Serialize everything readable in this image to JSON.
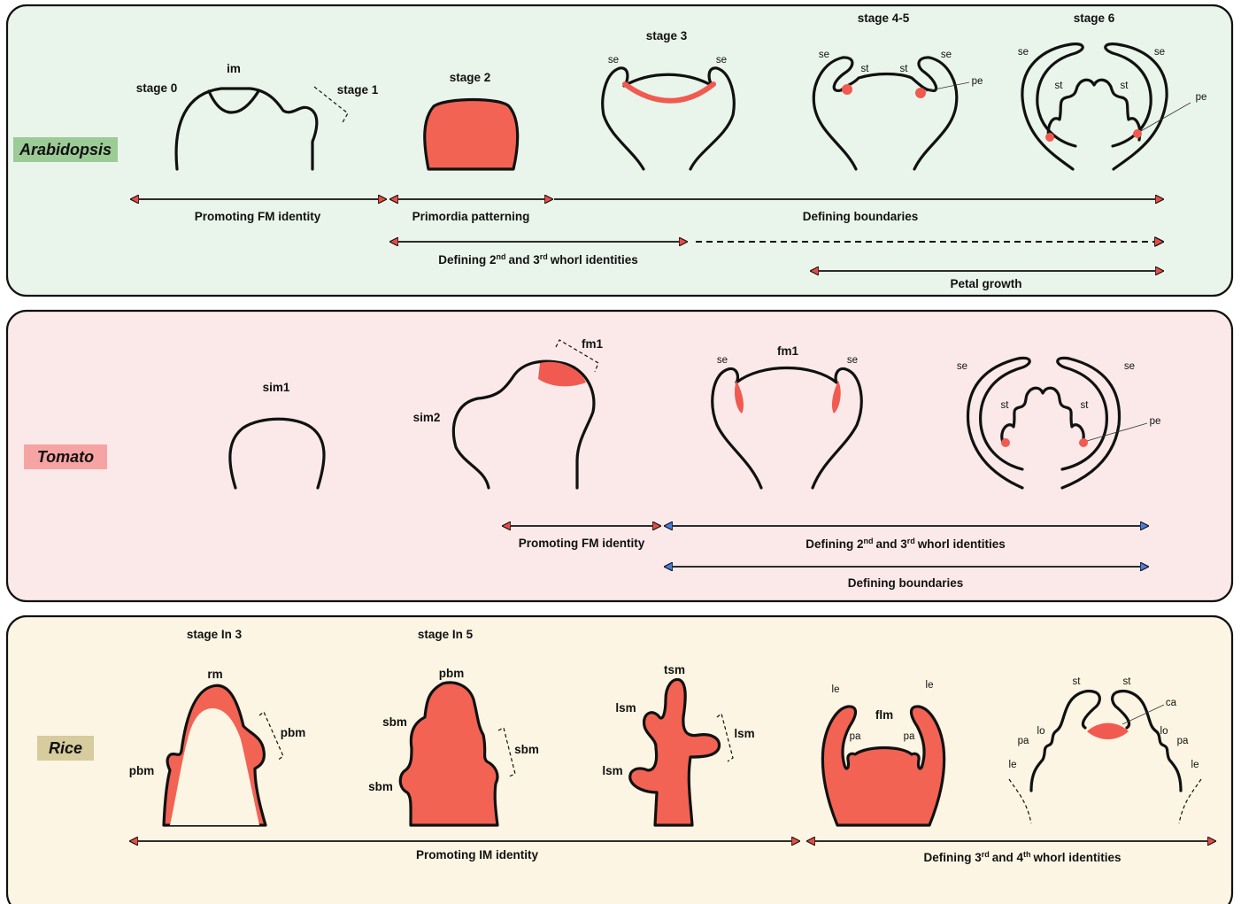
{
  "panels": [
    {
      "name": "Arabidopsis",
      "bg": "#e9f4ea",
      "badge_bg": "#9ccb96",
      "stage_labels": [
        "stage 0",
        "im",
        "stage 1",
        "stage 2",
        "stage 3",
        "stage 4-5",
        "stage 6"
      ],
      "organ_labels": [
        "se",
        "se",
        "se",
        "se",
        "st",
        "st",
        "pe",
        "se",
        "se",
        "st",
        "st",
        "pe"
      ],
      "processes": [
        "Promoting FM identity",
        "Primordia patterning",
        "Defining boundaries",
        "Defining 2",
        "nd",
        "and 3",
        "rd",
        "whorl identities",
        "Petal growth"
      ]
    },
    {
      "name": "Tomato",
      "bg": "#fbe9e9",
      "badge_bg": "#f6a4a3",
      "stage_labels": [
        "sim1",
        "sim2",
        "fm1",
        "fm1"
      ],
      "organ_labels": [
        "se",
        "se",
        "se",
        "se",
        "st",
        "st",
        "pe"
      ],
      "processes": [
        "Promoting FM identity",
        "Defining 2",
        "nd",
        "and 3",
        "rd",
        "whorl identities",
        "Defining boundaries"
      ]
    },
    {
      "name": "Rice",
      "bg": "#fcf5e3",
      "badge_bg": "#d6cc9d",
      "stage_labels": [
        "stage In 3",
        "stage In 5",
        "rm",
        "pbm",
        "pbm",
        "pbm",
        "sbm",
        "sbm",
        "sbm",
        "tsm",
        "lsm",
        "lsm",
        "lsm",
        "flm"
      ],
      "organ_labels": [
        "le",
        "le",
        "pa",
        "pa",
        "st",
        "st",
        "ca",
        "lo",
        "lo",
        "pa",
        "pa",
        "le",
        "le"
      ],
      "processes": [
        "Promoting IM identity",
        "Defining 3",
        "rd",
        "and 4",
        "th",
        "whorl identities"
      ]
    }
  ],
  "colors": {
    "tissue_red": "#f15a50",
    "arrow_red": "#e84d45",
    "arrow_blue": "#4a7de0",
    "outline": "#111111"
  }
}
